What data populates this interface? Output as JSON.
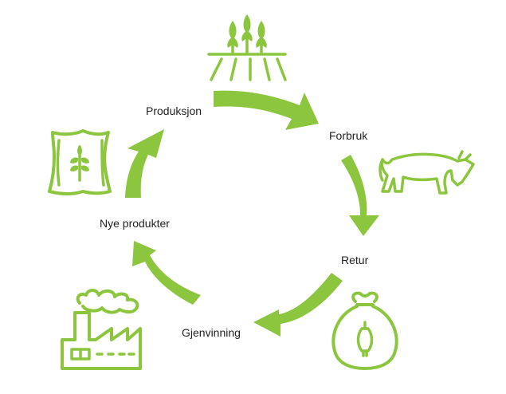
{
  "colors": {
    "accent": "#8cc63f",
    "text": "#222222",
    "background": "#ffffff"
  },
  "stages": [
    {
      "label": "Produksjon",
      "icon": "wheat-field-icon"
    },
    {
      "label": "Forbruk",
      "icon": "cow-icon"
    },
    {
      "label": "Retur",
      "icon": "waste-bag-icon"
    },
    {
      "label": "Gjenvinning",
      "icon": "factory-icon"
    },
    {
      "label": "Nye produkter",
      "icon": "grain-sack-icon"
    }
  ]
}
